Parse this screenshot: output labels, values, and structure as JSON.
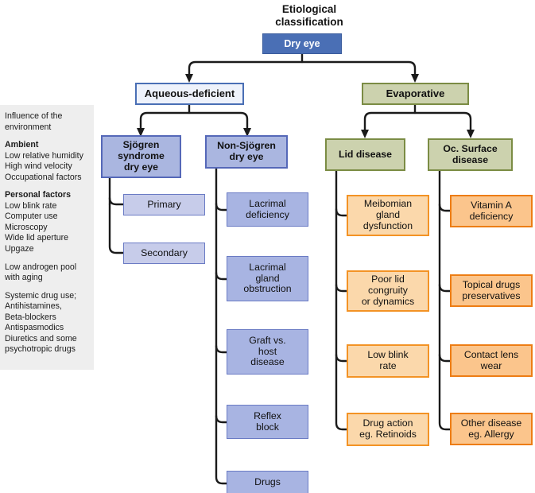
{
  "title": "Etiological\nclassification",
  "colors": {
    "root_fill": "#4a6fb5",
    "aqueous_fill": "#eef2fb",
    "aqueous_border": "#4a6fb5",
    "evaporative_fill": "#ccd2ae",
    "evaporative_border": "#7b8c44",
    "blue_box_fill": "#a8b4e2",
    "blue_light_fill": "#c7ccea",
    "orange_light_fill": "#fbd8ab",
    "orange_light_border": "#f39325",
    "orange_mid_fill": "#fbc58c",
    "orange_mid_border": "#ed7d14",
    "sidebar_fill": "#eeeeee",
    "connector": "#1a1a1a"
  },
  "sidebar": {
    "blocks": [
      {
        "heading": "",
        "lines": [
          "Influence of the",
          "environment"
        ]
      },
      {
        "heading": "Ambient",
        "lines": [
          "Low relative humidity",
          "High wind velocity",
          "Occupational factors"
        ]
      },
      {
        "heading": "Personal factors",
        "lines": [
          "Low blink rate",
          "Computer use",
          "Microscopy",
          "Wide lid aperture",
          "Upgaze"
        ]
      },
      {
        "heading": "",
        "lines": [
          "Low androgen pool",
          "with aging"
        ]
      },
      {
        "heading": "",
        "lines": [
          "Systemic drug use;",
          "Antihistamines,",
          "Beta-blockers",
          "Antispasmodics",
          "Diuretics and some",
          "psychotropic drugs"
        ]
      }
    ]
  },
  "nodes": {
    "root": "Dry eye",
    "aqueous": "Aqueous-deficient",
    "evaporative": "Evaporative",
    "sjogren": "Sjögren\nsyndrome\ndry eye",
    "non_sjogren": "Non-Sjögren\ndry eye",
    "lid_disease": "Lid disease",
    "ocular_surface": "Oc. Surface\ndisease",
    "sjogren_children": [
      "Primary",
      "Secondary"
    ],
    "non_sjogren_children": [
      "Lacrimal\ndeficiency",
      "Lacrimal\ngland\nobstruction",
      "Graft vs.\nhost\ndisease",
      "Reflex\nblock",
      "Drugs"
    ],
    "lid_disease_children": [
      "Meibomian\ngland\ndysfunction",
      "Poor lid\ncongruity\nor dynamics",
      "Low blink\nrate",
      "Drug action\neg. Retinoids"
    ],
    "ocular_surface_children": [
      "Vitamin A\ndeficiency",
      "Topical drugs\npreservatives",
      "Contact lens\nwear",
      "Other disease\neg. Allergy"
    ]
  }
}
